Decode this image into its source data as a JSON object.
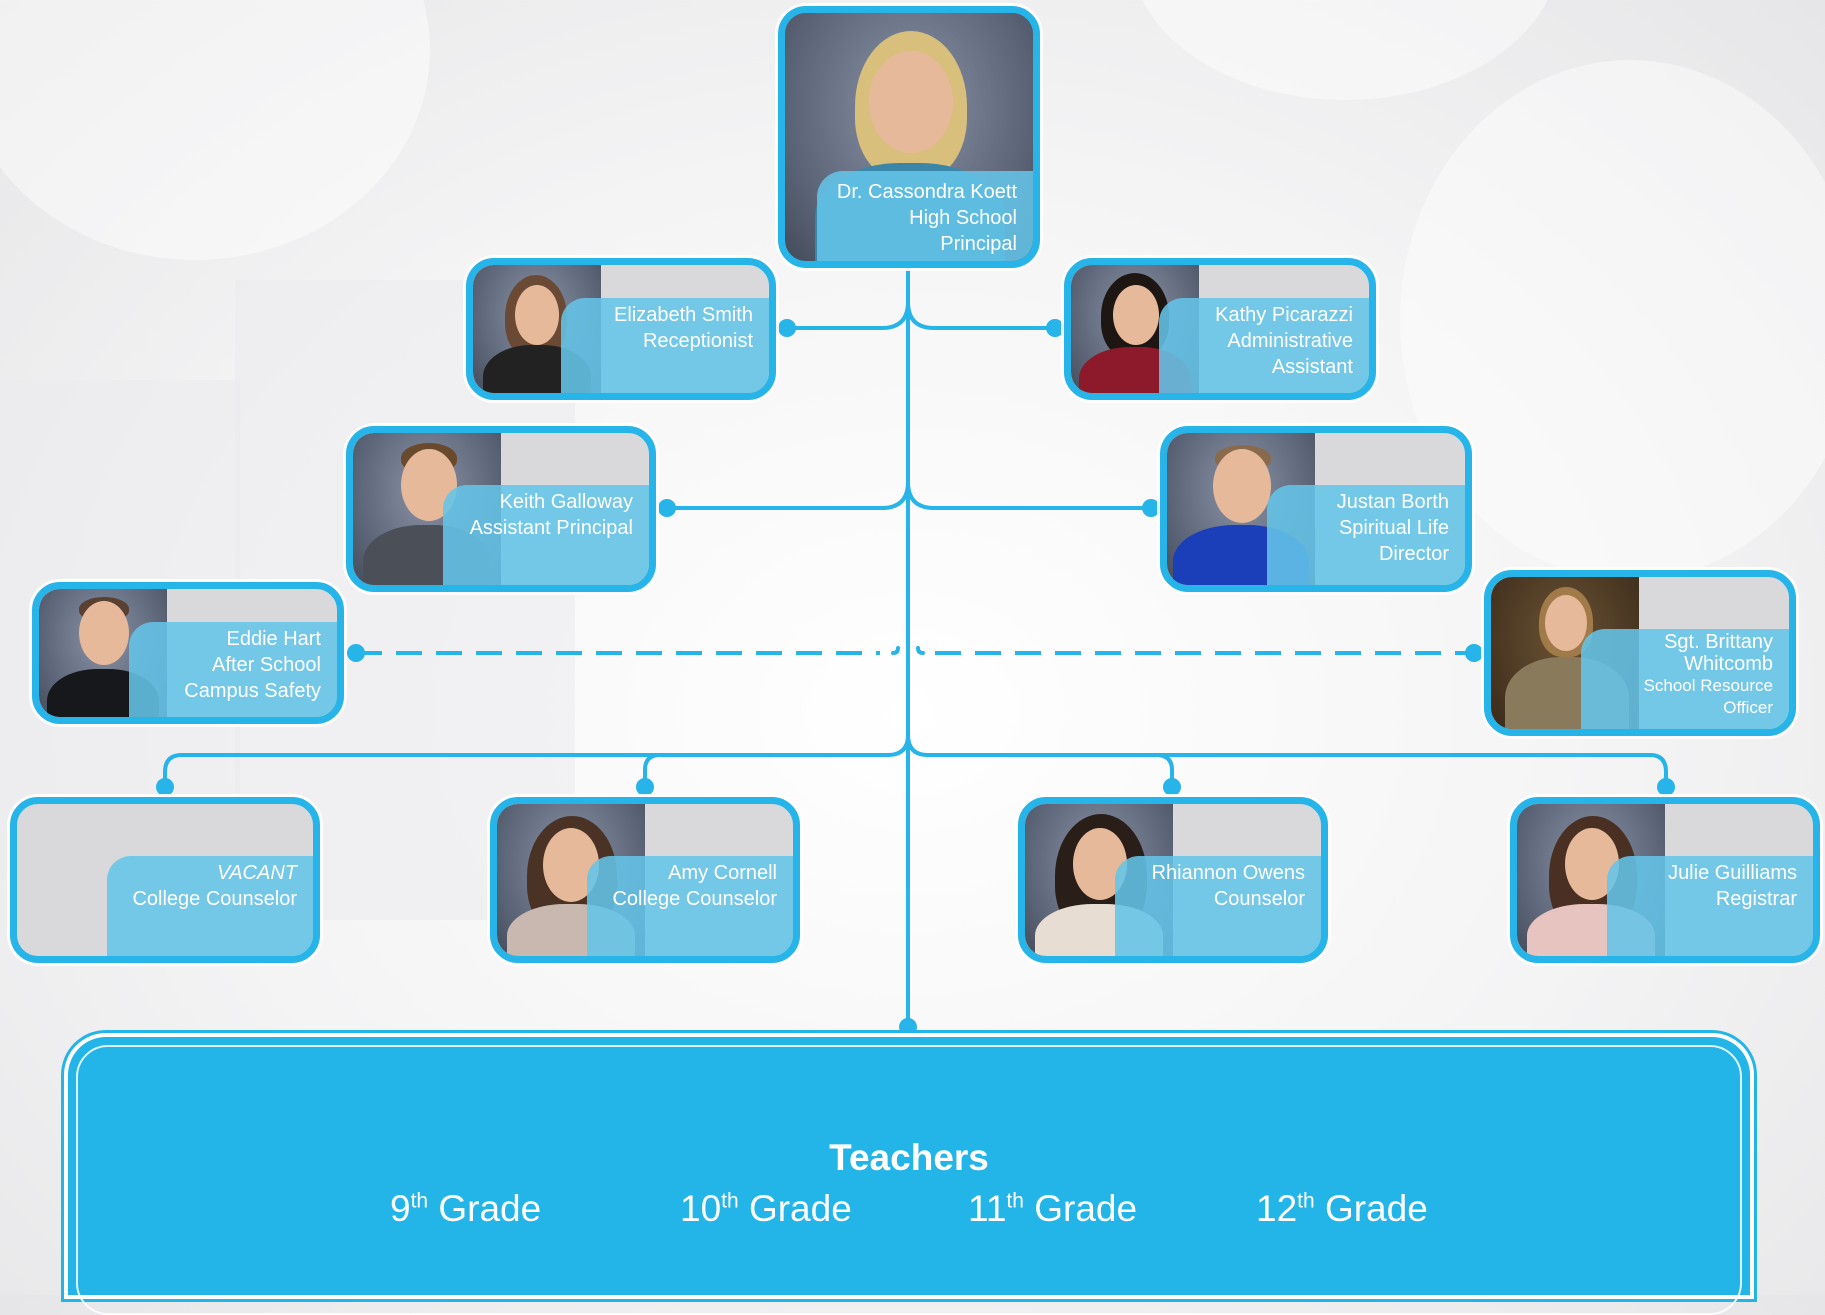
{
  "staff": {
    "principal": {
      "lines": [
        "Dr. Cassondra Koett",
        "High School",
        "Principal"
      ]
    },
    "receptionist": {
      "lines": [
        "Elizabeth Smith",
        "Receptionist"
      ]
    },
    "admin_assistant": {
      "lines": [
        "Kathy Picarazzi",
        "Administrative",
        "Assistant"
      ]
    },
    "assistant_principal": {
      "lines": [
        "Keith Galloway",
        "Assistant Principal"
      ]
    },
    "spiritual_life": {
      "lines": [
        "Justan Borth",
        "Spiritual Life",
        "Director"
      ]
    },
    "after_school": {
      "lines": [
        "Eddie Hart",
        "After School",
        "Campus Safety"
      ]
    },
    "resource_officer": {
      "lines": [
        "Sgt. Brittany",
        "Whitcomb",
        "School Resource",
        "Officer"
      ]
    },
    "vacant_counselor": {
      "lines": [
        "VACANT",
        "College Counselor"
      ]
    },
    "college_counselor": {
      "lines": [
        "Amy Cornell",
        "College Counselor"
      ]
    },
    "counselor": {
      "lines": [
        "Rhiannon Owens",
        "Counselor"
      ]
    },
    "registrar": {
      "lines": [
        "Julie Guilliams",
        "Registrar"
      ]
    }
  },
  "teachers": {
    "title": "Teachers",
    "grades": [
      {
        "num": "9",
        "sup": "th",
        "label": "Grade"
      },
      {
        "num": "10",
        "sup": "th",
        "label": "Grade"
      },
      {
        "num": "11",
        "sup": "th",
        "label": "Grade"
      },
      {
        "num": "12",
        "sup": "th",
        "label": "Grade"
      }
    ]
  },
  "colors": {
    "accent": "#27b4e8",
    "plate": "#64c4e8",
    "card_bg": "#d9d9db"
  }
}
